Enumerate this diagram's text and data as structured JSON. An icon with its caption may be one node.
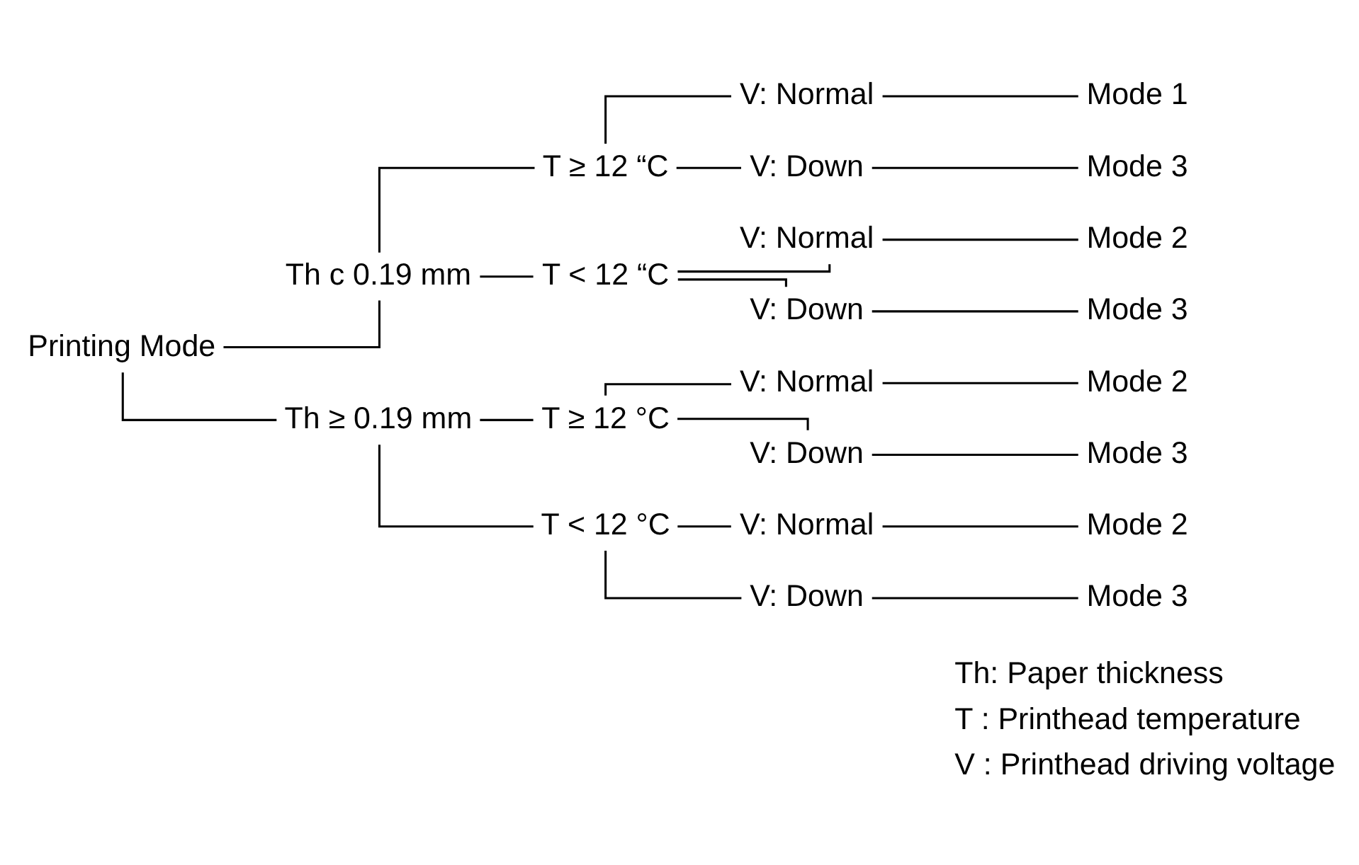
{
  "diagram": {
    "nodes": [
      {
        "text": [
          "Printing Mode"
        ]
      },
      {
        "text": [
          "Th c 0.19 mm"
        ]
      },
      {
        "text": [
          "T ≥ 12 “C"
        ]
      },
      {
        "text": [
          "V: Normal"
        ]
      },
      {
        "text": [
          "Mode 1"
        ]
      },
      {
        "text": [
          "V: Down"
        ]
      },
      {
        "text": [
          "Mode 3"
        ]
      },
      {
        "text": [
          "T < 12 “C"
        ]
      },
      {
        "text": [
          "V: Normal"
        ]
      },
      {
        "text": [
          "Mode 2"
        ]
      },
      {
        "text": [
          "V: Down"
        ]
      },
      {
        "text": [
          "Mode 3"
        ]
      },
      {
        "text": [
          "Th ≥ 0.19 mm"
        ]
      },
      {
        "text": [
          "T ≥ 12 °C"
        ]
      },
      {
        "text": [
          "V: Normal"
        ]
      },
      {
        "text": [
          "Mode 2"
        ]
      },
      {
        "text": [
          "V: Down"
        ]
      },
      {
        "text": [
          "Mode 3"
        ]
      },
      {
        "text": [
          "T < 12 °C"
        ]
      },
      {
        "text": [
          "V: Normal"
        ]
      },
      {
        "text": [
          "Mode 2"
        ]
      },
      {
        "text": [
          "V: Down"
        ]
      },
      {
        "text": [
          "Mode 3"
        ]
      }
    ],
    "edges": [
      {
        "from": 0,
        "to": 1,
        "arrow": "none"
      },
      {
        "from": 1,
        "to": 2,
        "arrow": "none"
      },
      {
        "from": 2,
        "to": 3,
        "arrow": "none"
      },
      {
        "from": 3,
        "to": 4,
        "arrow": "none"
      },
      {
        "from": 2,
        "to": 5,
        "arrow": "none"
      },
      {
        "from": 5,
        "to": 6,
        "arrow": "none"
      },
      {
        "from": 1,
        "to": 7,
        "arrow": "none"
      },
      {
        "from": 7,
        "to": 8,
        "arrow": "none"
      },
      {
        "from": 8,
        "to": 9,
        "arrow": "none"
      },
      {
        "from": 7,
        "to": 10,
        "arrow": "none"
      },
      {
        "from": 10,
        "to": 11,
        "arrow": "none"
      },
      {
        "from": 0,
        "to": 12,
        "arrow": "none"
      },
      {
        "from": 12,
        "to": 13,
        "arrow": "none"
      },
      {
        "from": 13,
        "to": 14,
        "arrow": "none"
      },
      {
        "from": 14,
        "to": 15,
        "arrow": "none"
      },
      {
        "from": 13,
        "to": 16,
        "arrow": "none"
      },
      {
        "from": 16,
        "to": 17,
        "arrow": "none"
      },
      {
        "from": 12,
        "to": 18,
        "arrow": "none"
      },
      {
        "from": 18,
        "to": 19,
        "arrow": "none"
      },
      {
        "from": 19,
        "to": 20,
        "arrow": "none"
      },
      {
        "from": 18,
        "to": 21,
        "arrow": "none"
      },
      {
        "from": 21,
        "to": 22,
        "arrow": "none"
      }
    ],
    "labels": [
      "Th: Paper thickness",
      "T : Printhead temperature",
      "V : Printhead driving voltage"
    ]
  }
}
